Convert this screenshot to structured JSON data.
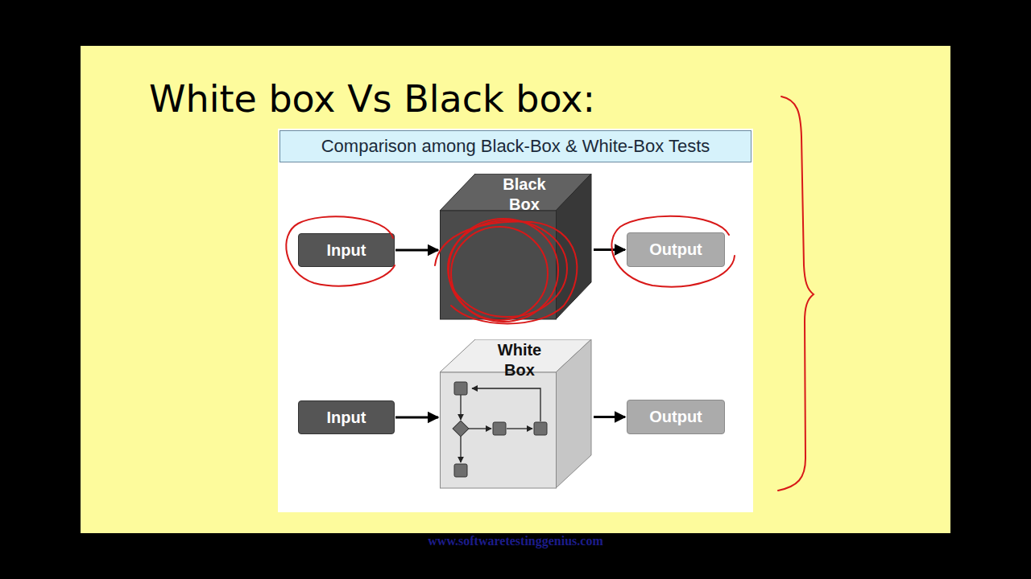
{
  "diagram": {
    "title": "White box Vs Black box:",
    "nodes": [
      {
        "text": [
          "Comparison among Black-Box & White-Box Tests"
        ]
      },
      {
        "text": [
          "Input"
        ]
      },
      {
        "text": [
          "Black Box"
        ]
      },
      {
        "text": [
          "Output"
        ]
      },
      {
        "text": [
          "Input"
        ]
      },
      {
        "text": [
          "White Box"
        ]
      },
      {
        "text": [
          "Output"
        ]
      }
    ],
    "edges": [
      {
        "from": 1,
        "to": 2,
        "arrow": "to"
      },
      {
        "from": 2,
        "to": 3,
        "arrow": "to"
      },
      {
        "from": 4,
        "to": 5,
        "arrow": "to"
      },
      {
        "from": 5,
        "to": 6,
        "arrow": "to"
      }
    ],
    "labels": [
      "www.softwaretestinggenius.com"
    ]
  }
}
